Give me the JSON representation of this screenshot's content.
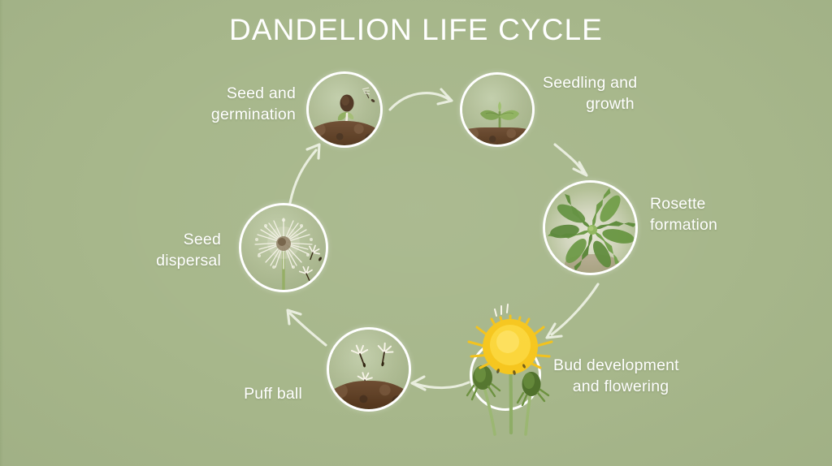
{
  "page": {
    "title": "DANDELION LIFE CYCLE",
    "background_color": "#a7b78b",
    "text_color": "#ffffff",
    "accent_color": "#ffffff"
  },
  "diagram": {
    "type": "cycle",
    "direction": "clockwise",
    "stage_count": 6,
    "stages": [
      {
        "index": 1,
        "label": "Seed and\ngermination",
        "label_line_1": "Seed and",
        "label_line_2": "germination",
        "icon": "germinating-seed-icon",
        "label_side": "left"
      },
      {
        "index": 2,
        "label": "Seedling and\ngrowth",
        "label_line_1": "Seedling and",
        "label_line_2": "growth",
        "icon": "seedling-icon",
        "label_side": "right"
      },
      {
        "index": 3,
        "label": "Rosette\nformation",
        "label_line_1": "Rosette",
        "label_line_2": "formation",
        "icon": "leaf-rosette-icon",
        "label_side": "right"
      },
      {
        "index": 4,
        "label": "Bud development\nand flowering",
        "label_line_1": "Bud development",
        "label_line_2": "and flowering",
        "icon": "dandelion-flower-icon",
        "label_side": "right"
      },
      {
        "index": 5,
        "label": "Puff ball",
        "label_line_1": "Puff ball",
        "label_line_2": "",
        "icon": "floating-seeds-icon",
        "label_side": "left"
      },
      {
        "index": 6,
        "label": "Seed\ndispersal",
        "label_line_1": "Seed",
        "label_line_2": "dispersal",
        "icon": "dandelion-clock-icon",
        "label_side": "left"
      }
    ],
    "connectors": [
      {
        "from": 1,
        "to": 2,
        "icon": "curved-arrow-icon"
      },
      {
        "from": 2,
        "to": 3,
        "icon": "curved-arrow-icon"
      },
      {
        "from": 3,
        "to": 4,
        "icon": "curved-arrow-icon"
      },
      {
        "from": 4,
        "to": 5,
        "icon": "curved-arrow-icon"
      },
      {
        "from": 5,
        "to": 6,
        "icon": "curved-arrow-icon"
      },
      {
        "from": 6,
        "to": 1,
        "icon": "curved-arrow-icon"
      }
    ]
  }
}
